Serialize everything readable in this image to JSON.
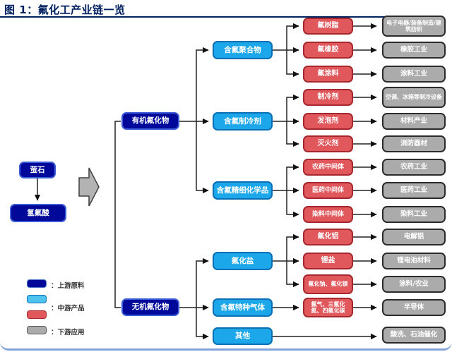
{
  "title": "图 1：氟化工产业链一览",
  "nodes": {
    "fluorite": "萤石",
    "hydrofluoric_acid": "氢氟酸",
    "organic": "有机氟化物",
    "inorganic": "无机氟化物",
    "polymer": "含氟聚合物",
    "refrigerant_group": "含氟制冷剂",
    "fine_chem": "含氟精细化学品",
    "fluoride_salt": "氟化盐",
    "special_gas": "含氟特种气体",
    "other": "其他",
    "resin": "氟树脂",
    "rubber": "氟橡胶",
    "coating": "氟涂料",
    "refrigerant": "制冷剂",
    "foaming": "发泡剂",
    "fire": "灭火剂",
    "pesticide_mid": "农药中间体",
    "pharma_mid": "医药中间体",
    "dye_mid": "染料中间体",
    "aluminum_fluoride": "氟化铝",
    "lithium_salt": "锂盐",
    "naf_mgf": "氟化钠、氟化镁",
    "f2_nf3_cf4": "氟气、三氟化氮、四氟化碳",
    "electronics": "电子电器/装备制造/建筑纺织",
    "rubber_industry": "橡胶工业",
    "coating_industry": "涂料工业",
    "cooling_equipment": "空调、冰箱等制冷设备",
    "material_industry": "材料产业",
    "fire_equipment": "消防器材",
    "pesticide_industry": "农药工业",
    "pharma_industry": "医药工业",
    "dye_industry": "染料工业",
    "electrolytic_aluminum": "电解铝",
    "lithium_battery": "锂电池材料",
    "coating_agriculture": "涂料/农业",
    "semiconductor": "半导体",
    "pickling_petroleum": "酸洗、石油催化"
  },
  "legend": {
    "upstream": "：上游原料",
    "midstream": "：中游产品",
    "downstream": "：下游应用"
  },
  "colors": {
    "upstream_navy": "#000899",
    "midstream_cyan": "#1BA7E9",
    "midstream_red": "#E0585C",
    "downstream_gray": "#ABABAB",
    "title_navy": "#002060",
    "frame_blue": "#82A3DA"
  }
}
